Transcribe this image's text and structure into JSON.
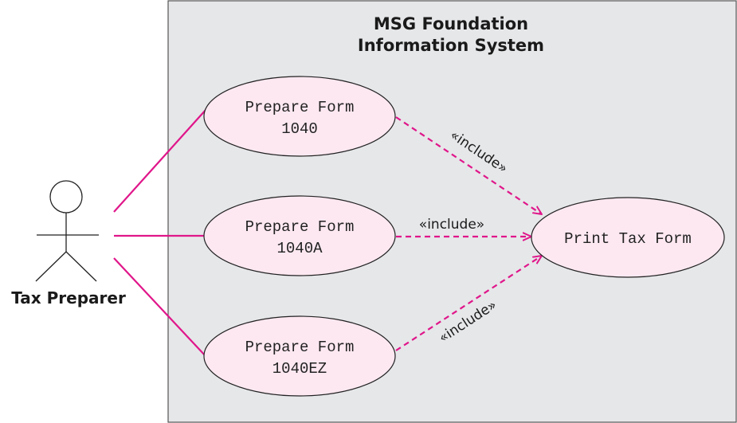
{
  "system": {
    "title_line1": "MSG Foundation",
    "title_line2": "Information System"
  },
  "actor": {
    "name": "Tax Preparer"
  },
  "use_cases": [
    {
      "line1": "Prepare Form",
      "line2": "1040"
    },
    {
      "line1": "Prepare Form",
      "line2": "1040A"
    },
    {
      "line1": "Prepare Form",
      "line2": "1040EZ"
    }
  ],
  "target_use_case": {
    "label": "Print Tax Form"
  },
  "relationships": [
    {
      "stereotype": "«include»"
    },
    {
      "stereotype": "«include»"
    },
    {
      "stereotype": "«include»"
    }
  ],
  "colors": {
    "line": "#e0168a",
    "use_case_fill": "#fde8f1",
    "boundary_fill": "#e6e7e9"
  }
}
